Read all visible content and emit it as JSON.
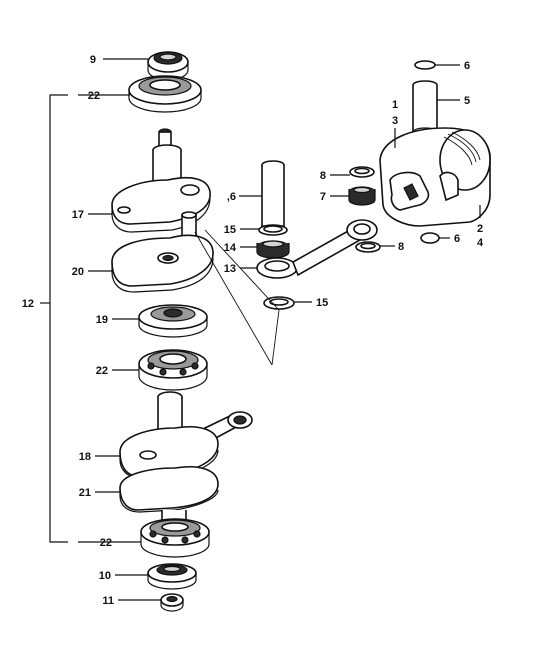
{
  "callouts": {
    "c9": "9",
    "c22_top": "22",
    "c12": "12",
    "c17": "17",
    "c20": "20",
    "c19": "19",
    "c22_mid": "22",
    "c18": "18",
    "c21": "21",
    "c22_bot": "22",
    "c10": "10",
    "c11": "11",
    "c6_pin": ",6",
    "c15_top": "15",
    "c14": "14",
    "c13": "13",
    "c15_bot": "15",
    "c8_top": "8",
    "c7": "7",
    "c8_bot": "8",
    "c1": "1",
    "c3": "3",
    "c5": "5",
    "c6_top": "6",
    "c6_right": "6",
    "c2": "2",
    "c4": "4"
  },
  "colors": {
    "ink": "#111111",
    "background": "#ffffff"
  }
}
